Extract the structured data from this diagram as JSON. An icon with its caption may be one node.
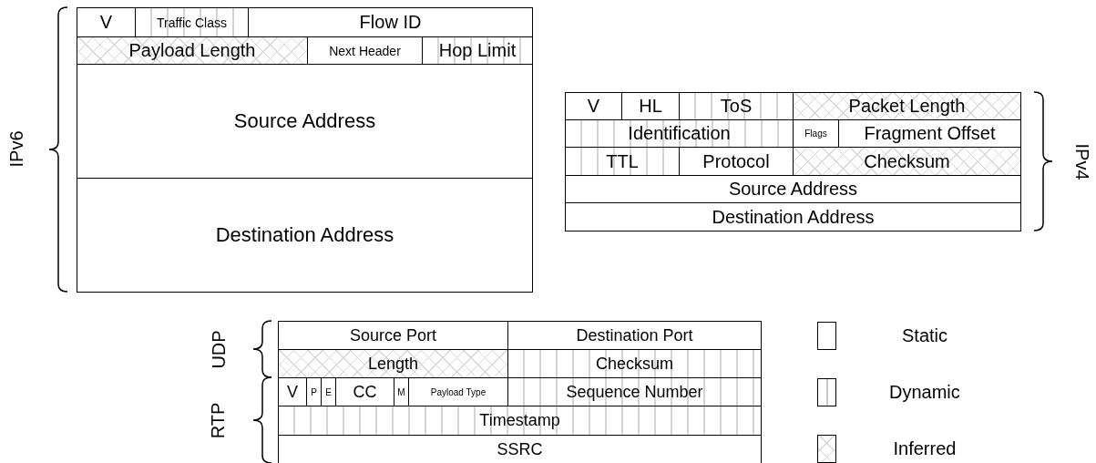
{
  "diagram": {
    "nodes": [
      {
        "text": [
          "V"
        ]
      },
      {
        "text": [
          "Traffic Class"
        ]
      },
      {
        "text": [
          "Flow ID"
        ]
      },
      {
        "text": [
          "Payload Length"
        ]
      },
      {
        "text": [
          "Next Header"
        ]
      },
      {
        "text": [
          "Hop Limit"
        ]
      },
      {
        "text": [
          "Source Address"
        ]
      },
      {
        "text": [
          "Destination Address"
        ]
      },
      {
        "text": [
          "V"
        ]
      },
      {
        "text": [
          "HL"
        ]
      },
      {
        "text": [
          "ToS"
        ]
      },
      {
        "text": [
          "Packet Length"
        ]
      },
      {
        "text": [
          "Identification"
        ]
      },
      {
        "text": [
          "Flags"
        ]
      },
      {
        "text": [
          "Fragment Offset"
        ]
      },
      {
        "text": [
          "TTL"
        ]
      },
      {
        "text": [
          "Protocol"
        ]
      },
      {
        "text": [
          "Checksum"
        ]
      },
      {
        "text": [
          "Source Address"
        ]
      },
      {
        "text": [
          "Destination Address"
        ]
      },
      {
        "text": [
          "Source Port"
        ]
      },
      {
        "text": [
          "Destination Port"
        ]
      },
      {
        "text": [
          "Length"
        ]
      },
      {
        "text": [
          "Checksum"
        ]
      },
      {
        "text": [
          "V"
        ]
      },
      {
        "text": [
          "P"
        ]
      },
      {
        "text": [
          "E"
        ]
      },
      {
        "text": [
          "CC"
        ]
      },
      {
        "text": [
          "M"
        ]
      },
      {
        "text": [
          "Payload Type"
        ]
      },
      {
        "text": [
          "Sequence Number"
        ]
      },
      {
        "text": [
          "Timestamp"
        ]
      },
      {
        "text": [
          "SSRC"
        ]
      }
    ],
    "labels": [
      "IPv6",
      "IPv4",
      "UDP",
      "RTP"
    ],
    "legend": [
      {
        "text": "Static"
      },
      {
        "text": "Dynamic"
      },
      {
        "text": "Inferred"
      }
    ]
  }
}
